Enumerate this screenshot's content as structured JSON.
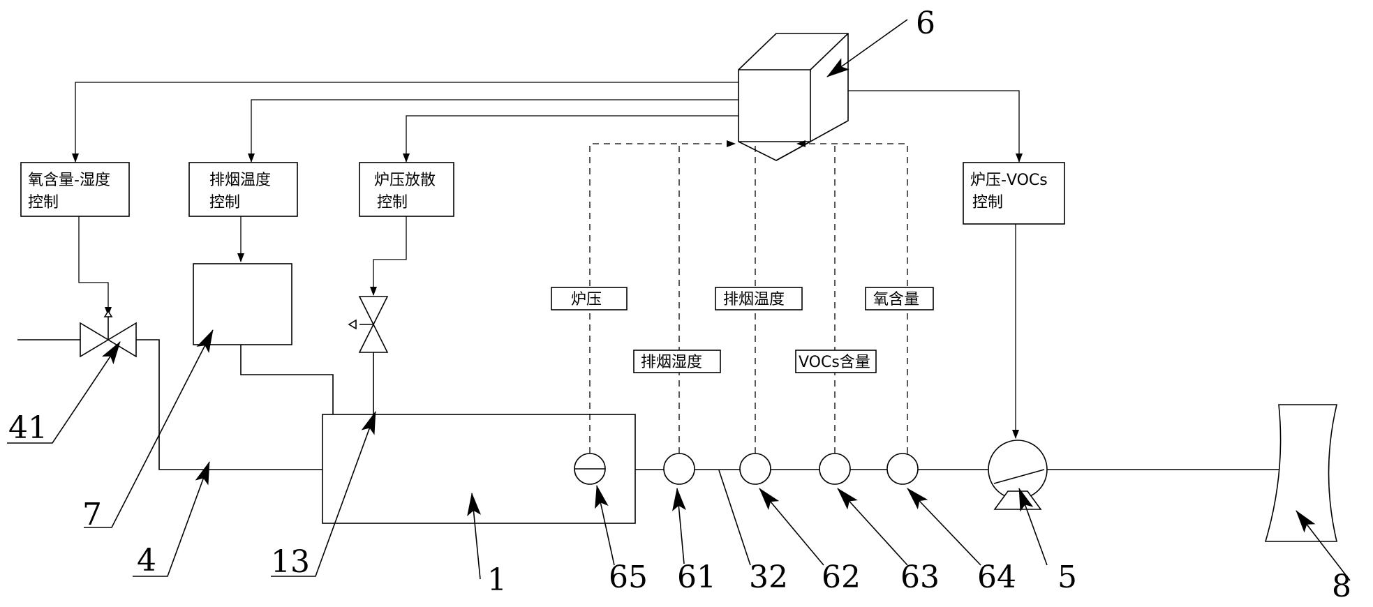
{
  "control_boxes": {
    "oxygen_humidity": [
      "氧含量-湿度",
      "控制"
    ],
    "exhaust_temp": [
      "排烟温度",
      "控制"
    ],
    "furnace_pressure_release": [
      "炉压放散",
      "控制"
    ],
    "furnace_pressure_vocs": [
      "炉压-VOCs",
      "控制"
    ]
  },
  "sensor_labels": {
    "furnace_pressure": "炉压",
    "exhaust_humidity": "排烟湿度",
    "exhaust_temp": "排烟温度",
    "vocs_content": "VOCs含量",
    "oxygen_content": "氧含量"
  },
  "reference_numbers": {
    "controller": "6",
    "valve_inlet": "41",
    "heat_unit": "7",
    "duct": "4",
    "vent": "13",
    "furnace": "1",
    "sensor_pressure": "65",
    "sensor_humidity": "61",
    "flue": "32",
    "sensor_temp": "62",
    "sensor_vocs": "63",
    "sensor_oxygen": "64",
    "fan": "5",
    "chimney": "8"
  }
}
